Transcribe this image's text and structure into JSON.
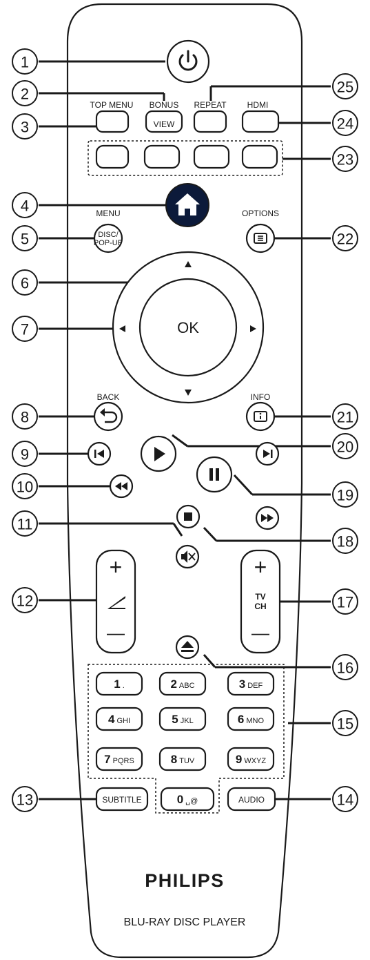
{
  "callouts": {
    "n1": "1",
    "n2": "2",
    "n3": "3",
    "n4": "4",
    "n5": "5",
    "n6": "6",
    "n7": "7",
    "n8": "8",
    "n9": "9",
    "n10": "10",
    "n11": "11",
    "n12": "12",
    "n13": "13",
    "n14": "14",
    "n15": "15",
    "n16": "16",
    "n17": "17",
    "n18": "18",
    "n19": "19",
    "n20": "20",
    "n21": "21",
    "n22": "22",
    "n23": "23",
    "n24": "24",
    "n25": "25"
  },
  "labels": {
    "top_menu": "TOP MENU",
    "bonus": "BONUS",
    "view": "VIEW",
    "repeat": "REPEAT",
    "hdmi": "HDMI",
    "menu": "MENU",
    "disc": "DISC/",
    "popup": "POP-UP",
    "options": "OPTIONS",
    "ok": "OK",
    "back": "BACK",
    "info": "INFO",
    "tv": "TV",
    "ch": "CH",
    "subtitle": "SUBTITLE",
    "audio": "AUDIO",
    "plus": "+",
    "minus": "—"
  },
  "keypad": [
    {
      "digit": "1",
      "letters": ".",
      "name": "key-1"
    },
    {
      "digit": "2",
      "letters": "ABC",
      "name": "key-2"
    },
    {
      "digit": "3",
      "letters": "DEF",
      "name": "key-3"
    },
    {
      "digit": "4",
      "letters": "GHI",
      "name": "key-4"
    },
    {
      "digit": "5",
      "letters": "JKL",
      "name": "key-5"
    },
    {
      "digit": "6",
      "letters": "MNO",
      "name": "key-6"
    },
    {
      "digit": "7",
      "letters": "PQRS",
      "name": "key-7"
    },
    {
      "digit": "8",
      "letters": "TUV",
      "name": "key-8"
    },
    {
      "digit": "9",
      "letters": "WXYZ",
      "name": "key-9"
    },
    {
      "digit": "0",
      "letters": "␣@",
      "name": "key-0"
    }
  ],
  "brand": "PHILIPS",
  "product": "BLU-RAY DISC PLAYER",
  "colors": {
    "red": "#c0392b",
    "green": "#129a7a",
    "yellow": "#f2c318",
    "blue": "#2b5db8",
    "home_button": "#0c1a3a",
    "outline": "#1a1a1a"
  }
}
